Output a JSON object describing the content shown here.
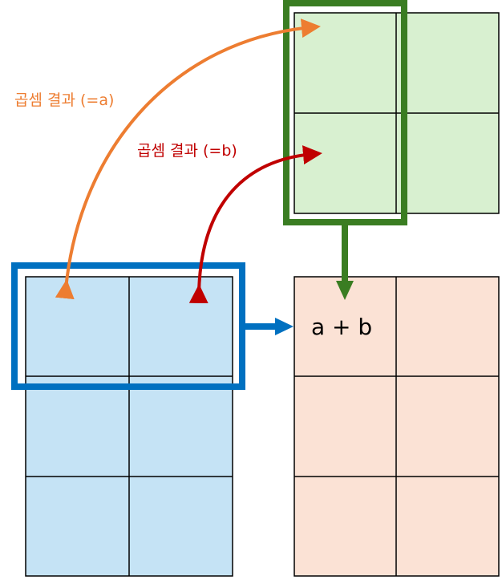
{
  "labels": {
    "mult_a": "곱셈 결과 (=a)",
    "mult_b": "곱셈 결과 (=b)",
    "sum": "a + b"
  },
  "colors": {
    "matrix_a_fill": "#c5e3f5",
    "matrix_b_fill": "#d8f0d0",
    "matrix_c_fill": "#fbe2d5",
    "grid_line": "#000000",
    "blue_highlight": "#0070c0",
    "green_highlight": "#3a7d22",
    "arrow_a": "#ed7d31",
    "arrow_b": "#c00000"
  },
  "matrices": {
    "left": {
      "rows": 3,
      "cols": 2
    },
    "top_right": {
      "rows": 2,
      "cols": 2
    },
    "result": {
      "rows": 3,
      "cols": 2
    }
  }
}
